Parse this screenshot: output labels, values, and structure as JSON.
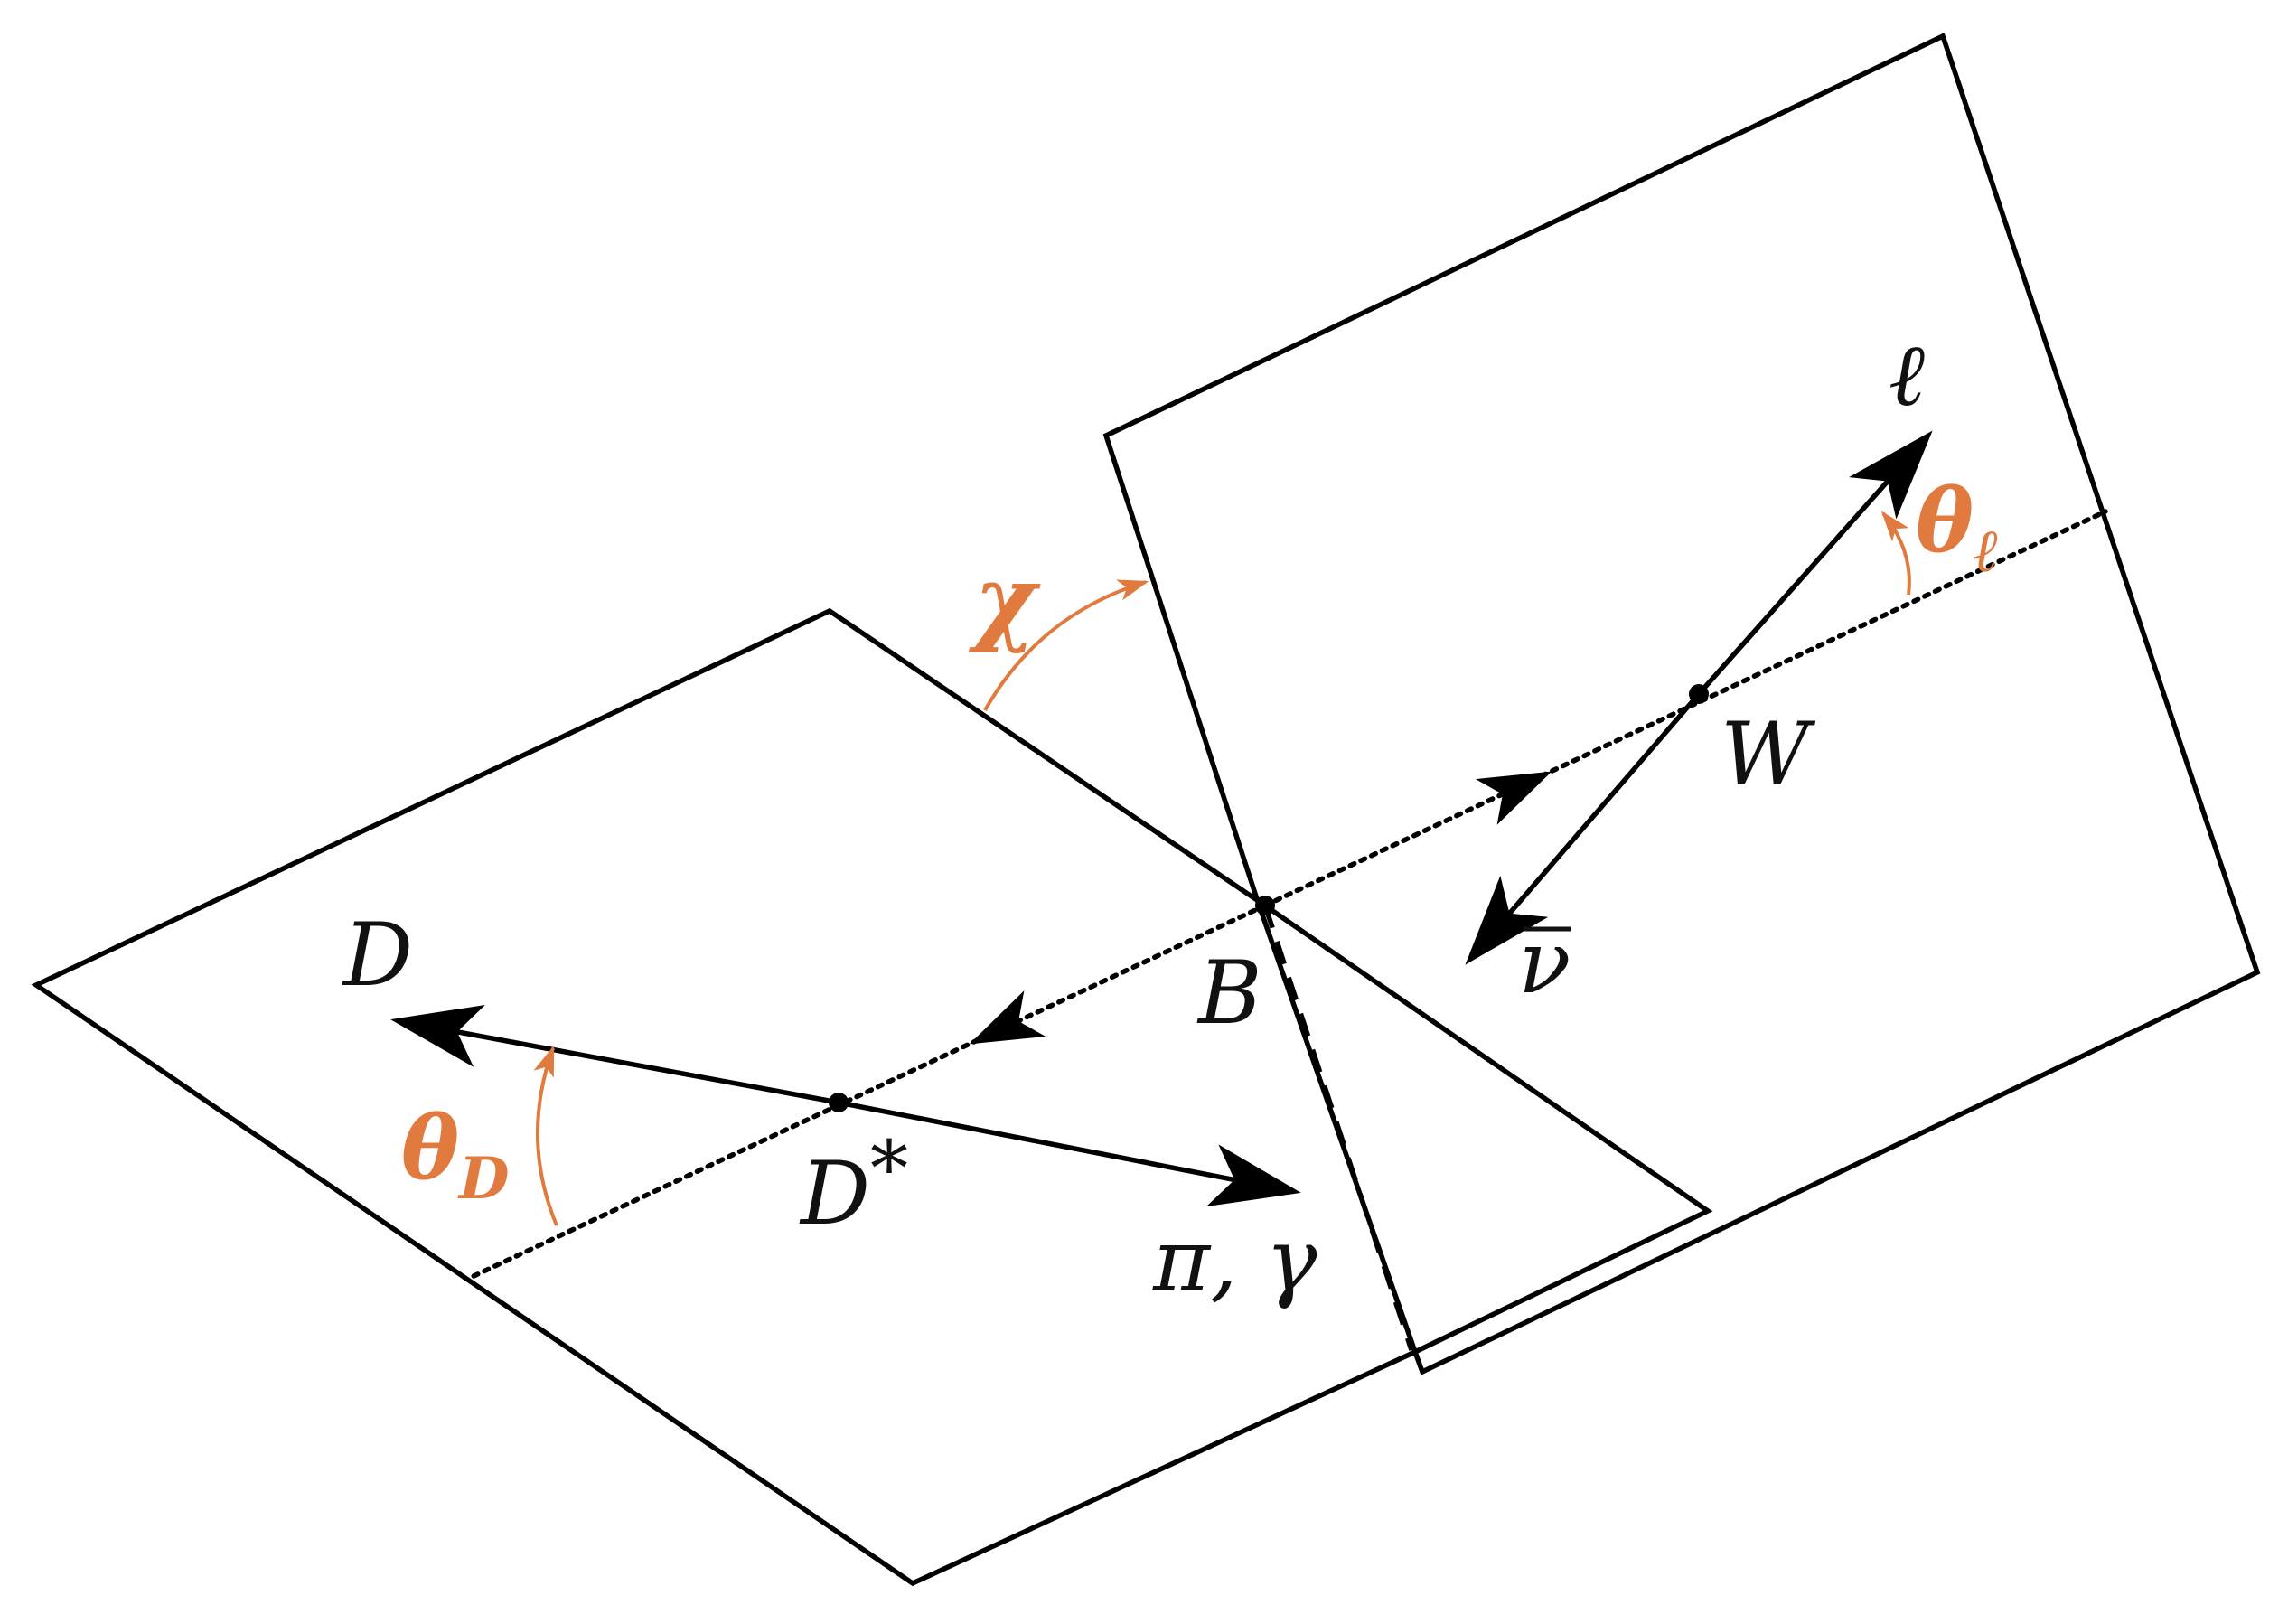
{
  "colors": {
    "angle": "#e07a3f",
    "line": "#000000"
  },
  "labels": {
    "lepton": "ℓ",
    "theta_l": "θ",
    "theta_l_sub": "ℓ",
    "chi": "χ",
    "W": "W",
    "nubar": "ν",
    "B": "B",
    "D": "D",
    "theta_D": "θ",
    "theta_D_sub": "D",
    "Dstar": "D",
    "Dstar_sup": "*",
    "pi_gamma": "π, γ"
  }
}
